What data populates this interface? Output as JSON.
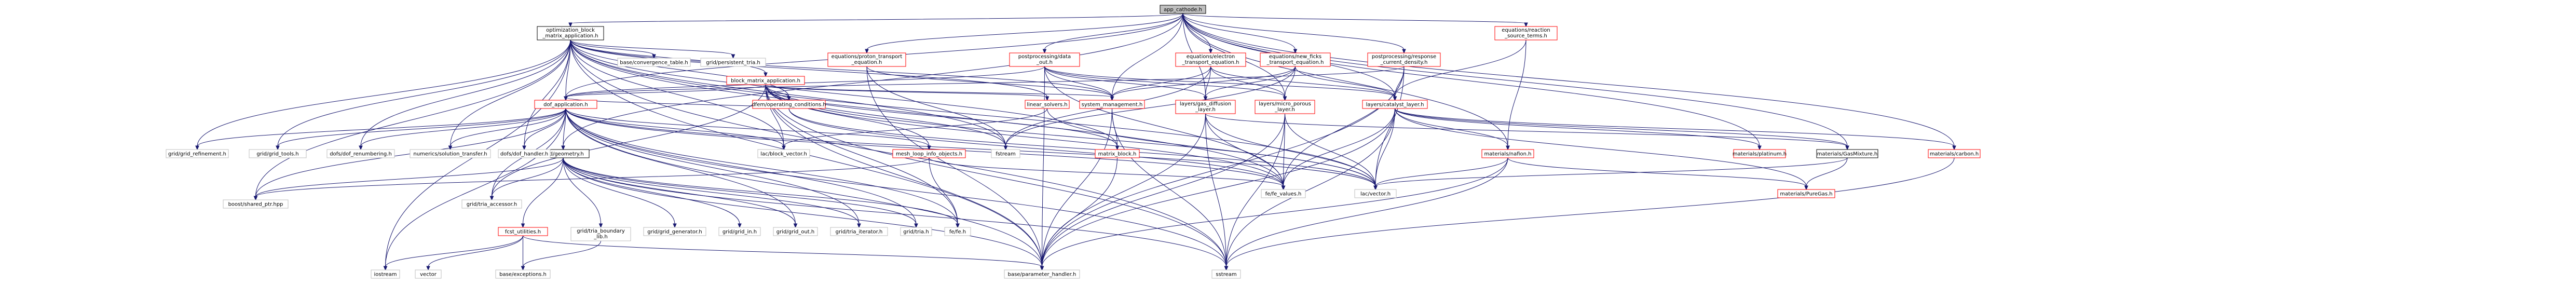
{
  "colors": {
    "edge": "#191970",
    "node_fill": "#ffffff",
    "root_fill": "#bfbfbf",
    "border_gray": "#bfbfbf",
    "border_red": "#ff0000",
    "border_black": "#000000",
    "text": "#000000"
  },
  "nodes": [
    {
      "id": "root",
      "lines": [
        "app_cathode.h"
      ],
      "style": "root"
    },
    {
      "id": "opt",
      "lines": [
        "optimization_block",
        "_matrix_application.h"
      ],
      "style": "black"
    },
    {
      "id": "eq_reac_src",
      "lines": [
        "equations/reaction",
        "_source_terms.h"
      ],
      "style": "red"
    },
    {
      "id": "eq_proton",
      "lines": [
        "equations/proton_transport",
        "_equation.h"
      ],
      "style": "red"
    },
    {
      "id": "pp_data",
      "lines": [
        "postprocessing/data",
        "_out.h"
      ],
      "style": "red"
    },
    {
      "id": "eq_electron",
      "lines": [
        "equations/electron",
        "_transport_equation.h"
      ],
      "style": "red"
    },
    {
      "id": "eq_newfick",
      "lines": [
        "equations/new_ficks",
        "_transport_equation.h"
      ],
      "style": "red"
    },
    {
      "id": "pp_resp",
      "lines": [
        "postprocessing/response",
        "_current_density.h"
      ],
      "style": "red"
    },
    {
      "id": "base_conv",
      "lines": [
        "base/convergence_table.h"
      ],
      "style": "gray"
    },
    {
      "id": "grid_persist",
      "lines": [
        "grid/persistent_tria.h"
      ],
      "style": "gray"
    },
    {
      "id": "bma",
      "lines": [
        "block_matrix_application.h"
      ],
      "style": "red"
    },
    {
      "id": "dba",
      "lines": [
        "dof_application.h"
      ],
      "style": "red"
    },
    {
      "id": "dbc",
      "lines": [
        "dfem/operating_conditions.h"
      ],
      "style": "red"
    },
    {
      "id": "lin_solv",
      "lines": [
        "linear_solvers.h"
      ],
      "style": "red"
    },
    {
      "id": "sys_mgmt",
      "lines": [
        "system_management.h"
      ],
      "style": "red"
    },
    {
      "id": "gas_diff",
      "lines": [
        "layers/gas_diffusion",
        "_layer.h"
      ],
      "style": "red"
    },
    {
      "id": "micro",
      "lines": [
        "layers/micro_porous",
        "_layer.h"
      ],
      "style": "red"
    },
    {
      "id": "cat_layer",
      "lines": [
        "layers/catalyst_layer.h"
      ],
      "style": "red"
    },
    {
      "id": "mat_nafion",
      "lines": [
        "materials/nafion.h"
      ],
      "style": "red"
    },
    {
      "id": "mat_platinum",
      "lines": [
        "materials/platinum.h"
      ],
      "style": "red"
    },
    {
      "id": "mat_gasmix",
      "lines": [
        "materials/GasMixture.h"
      ],
      "style": "black"
    },
    {
      "id": "mat_carbon",
      "lines": [
        "materials/carbon.h"
      ],
      "style": "red"
    },
    {
      "id": "mat_puregas",
      "lines": [
        "materials/PureGas.h"
      ],
      "style": "red"
    },
    {
      "id": "matrix_block",
      "lines": [
        "matrix_block.h"
      ],
      "style": "red"
    },
    {
      "id": "lac_block",
      "lines": [
        "lac/block_vector.h"
      ],
      "style": "gray"
    },
    {
      "id": "mesh_loop",
      "lines": [
        "mesh_loop_info_objects.h"
      ],
      "style": "red"
    },
    {
      "id": "grid_geom",
      "lines": [
        "grid/geometry.h"
      ],
      "style": "black"
    },
    {
      "id": "grid_refine",
      "lines": [
        "grid/grid_refinement.h"
      ],
      "style": "gray"
    },
    {
      "id": "grid_tools",
      "lines": [
        "grid/grid_tools.h"
      ],
      "style": "gray"
    },
    {
      "id": "dofs_renum",
      "lines": [
        "dofs/dof_renumbering.h"
      ],
      "style": "gray"
    },
    {
      "id": "num_sol",
      "lines": [
        "numerics/solution_transfer.h"
      ],
      "style": "gray"
    },
    {
      "id": "dofs_handler",
      "lines": [
        "dofs/dof_handler.h"
      ],
      "style": "gray"
    },
    {
      "id": "fstream",
      "lines": [
        "fstream"
      ],
      "style": "gray"
    },
    {
      "id": "fe_values",
      "lines": [
        "fe/fe_values.h"
      ],
      "style": "gray"
    },
    {
      "id": "lac_vector",
      "lines": [
        "lac/vector.h"
      ],
      "style": "gray"
    },
    {
      "id": "boost_shared",
      "lines": [
        "boost/shared_ptr.hpp"
      ],
      "style": "gray"
    },
    {
      "id": "grid_accessor",
      "lines": [
        "grid/tria_accessor.h"
      ],
      "style": "gray"
    },
    {
      "id": "fcst_util",
      "lines": [
        "fcst_utilities.h"
      ],
      "style": "red"
    },
    {
      "id": "tria_bound",
      "lines": [
        "grid/tria_boundary",
        "_lib.h"
      ],
      "style": "gray"
    },
    {
      "id": "grid_gen",
      "lines": [
        "grid/grid_generator.h"
      ],
      "style": "gray"
    },
    {
      "id": "grid_in",
      "lines": [
        "grid/grid_in.h"
      ],
      "style": "gray"
    },
    {
      "id": "grid_out",
      "lines": [
        "grid/grid_out.h"
      ],
      "style": "gray"
    },
    {
      "id": "tria_iter",
      "lines": [
        "grid/tria_iterator.h"
      ],
      "style": "gray"
    },
    {
      "id": "grid_tria",
      "lines": [
        "grid/tria.h"
      ],
      "style": "gray"
    },
    {
      "id": "fe_fe",
      "lines": [
        "fe/fe.h"
      ],
      "style": "gray"
    },
    {
      "id": "iostream",
      "lines": [
        "iostream"
      ],
      "style": "gray"
    },
    {
      "id": "vector",
      "lines": [
        "vector"
      ],
      "style": "gray"
    },
    {
      "id": "base_exc",
      "lines": [
        "base/exceptions.h"
      ],
      "style": "gray"
    },
    {
      "id": "base_param",
      "lines": [
        "base/parameter_handler.h"
      ],
      "style": "gray"
    },
    {
      "id": "sstream",
      "lines": [
        "sstream"
      ],
      "style": "gray"
    }
  ]
}
